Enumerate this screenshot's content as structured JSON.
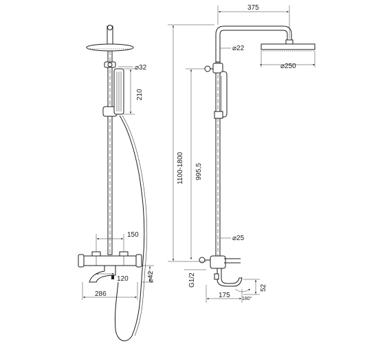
{
  "dimensions": {
    "arm_length": "375",
    "arm_diameter": "⌀22",
    "head_diameter": "⌀250",
    "handshower_diameter": "⌀32",
    "handshower_length": "210",
    "height_range": "1100-1800",
    "riser_height": "995,5",
    "riser_diameter": "⌀25",
    "valve_centres": "150",
    "spout_length": "120",
    "body_diameter": "⌀42",
    "overall_width": "286",
    "inlet_thread": "G1/2",
    "spout_rotation": "180°",
    "projection": "175",
    "spout_height": "52"
  }
}
